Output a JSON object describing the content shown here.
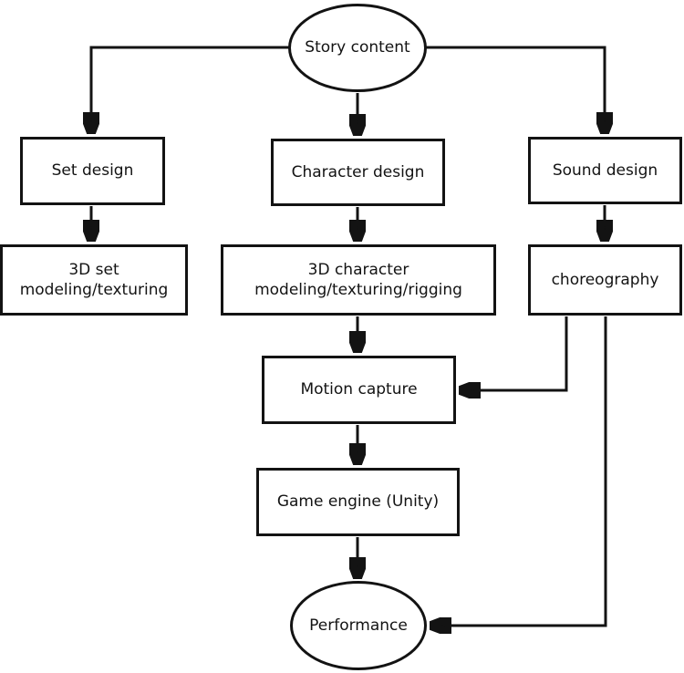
{
  "diagram": {
    "type": "flowchart",
    "colors": {
      "background": "#ffffff",
      "line": "#131313",
      "node_fill": "#ffffff",
      "text": "#131313"
    },
    "nodes": {
      "story_content": {
        "label": "Story content",
        "shape": "ellipse"
      },
      "set_design": {
        "label": "Set design",
        "shape": "rectangle"
      },
      "character_design": {
        "label": "Character design",
        "shape": "rectangle"
      },
      "sound_design": {
        "label": "Sound design",
        "shape": "rectangle"
      },
      "set_modeling": {
        "label": "3D set\nmodeling/texturing",
        "shape": "rectangle"
      },
      "character_modeling": {
        "label": "3D character\nmodeling/texturing/rigging",
        "shape": "rectangle"
      },
      "choreography": {
        "label": "choreography",
        "shape": "rectangle"
      },
      "motion_capture": {
        "label": "Motion capture",
        "shape": "rectangle"
      },
      "game_engine": {
        "label": "Game engine (Unity)",
        "shape": "rectangle"
      },
      "performance": {
        "label": "Performance",
        "shape": "ellipse"
      }
    },
    "edges": [
      {
        "from": "story_content",
        "to": "set_design"
      },
      {
        "from": "story_content",
        "to": "character_design"
      },
      {
        "from": "story_content",
        "to": "sound_design"
      },
      {
        "from": "set_design",
        "to": "set_modeling"
      },
      {
        "from": "character_design",
        "to": "character_modeling"
      },
      {
        "from": "sound_design",
        "to": "choreography"
      },
      {
        "from": "character_modeling",
        "to": "motion_capture"
      },
      {
        "from": "choreography",
        "to": "motion_capture"
      },
      {
        "from": "motion_capture",
        "to": "game_engine"
      },
      {
        "from": "game_engine",
        "to": "performance"
      },
      {
        "from": "choreography",
        "to": "performance"
      }
    ]
  }
}
